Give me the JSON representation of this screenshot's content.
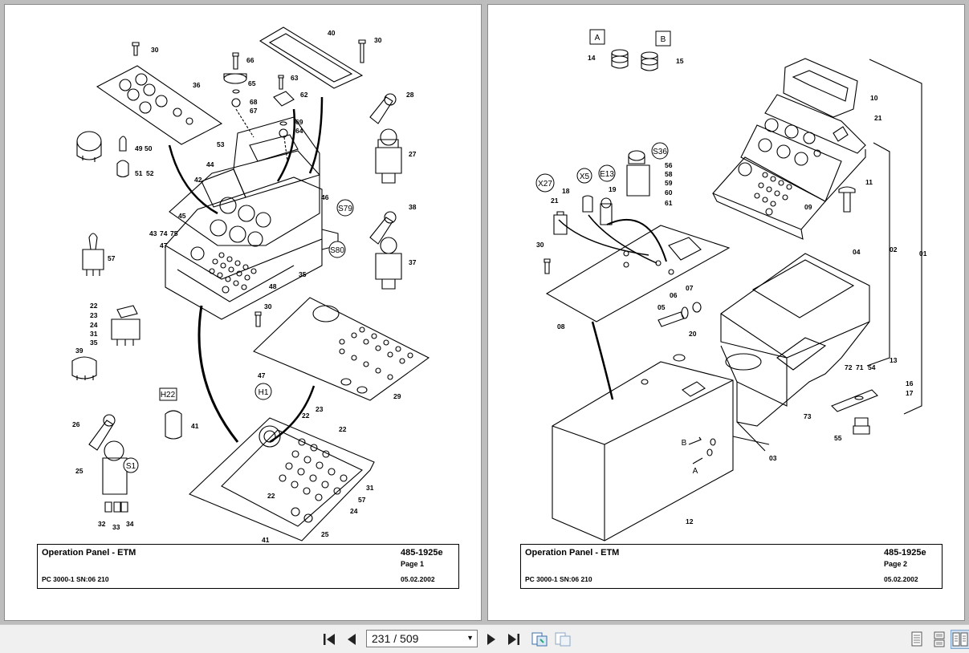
{
  "pages": [
    {
      "title": "Operation Panel - ETM",
      "doc_number": "485-1925e",
      "page_label": "Page 1",
      "model": "PC 3000-1 SN:06 210",
      "date": "05.02.2002",
      "callouts": [
        "30",
        "36",
        "40",
        "30",
        "66",
        "65",
        "68",
        "67",
        "63",
        "62",
        "69",
        "64",
        "28",
        "49",
        "50",
        "51",
        "52",
        "53",
        "44",
        "42",
        "45",
        "46",
        "S79",
        "27",
        "38",
        "43,74,75",
        "47",
        "35",
        "S80",
        "48",
        "37",
        "57",
        "22",
        "23",
        "24",
        "31",
        "35",
        "39",
        "30",
        "29",
        "47",
        "H1",
        "23",
        "22",
        "22",
        "H22",
        "41",
        "26",
        "S1",
        "25",
        "22",
        "31",
        "57",
        "24",
        "41",
        "25",
        "32",
        "33",
        "34"
      ]
    },
    {
      "title": "Operation Panel - ETM",
      "doc_number": "485-1925e",
      "page_label": "Page 2",
      "model": "PC 3000-1 SN:06 210",
      "date": "05.02.2002",
      "callouts": [
        "A",
        "B",
        "14",
        "15",
        "10",
        "21",
        "S36",
        "56",
        "58",
        "59",
        "60",
        "61",
        "X27",
        "X5",
        "E13",
        "18",
        "21",
        "19",
        "11",
        "09",
        "30",
        "02",
        "01",
        "04",
        "05",
        "06",
        "07",
        "08",
        "20",
        "72,71,54",
        "13",
        "16",
        "17",
        "73",
        "55",
        "03",
        "B",
        "A",
        "12"
      ]
    }
  ],
  "toolbar": {
    "page_indicator": "231 / 509",
    "buttons": [
      "first-page",
      "previous-page",
      "next-page",
      "last-page",
      "fit-page",
      "fit-width",
      "single-page-view",
      "continuous-view",
      "two-page-view"
    ]
  }
}
